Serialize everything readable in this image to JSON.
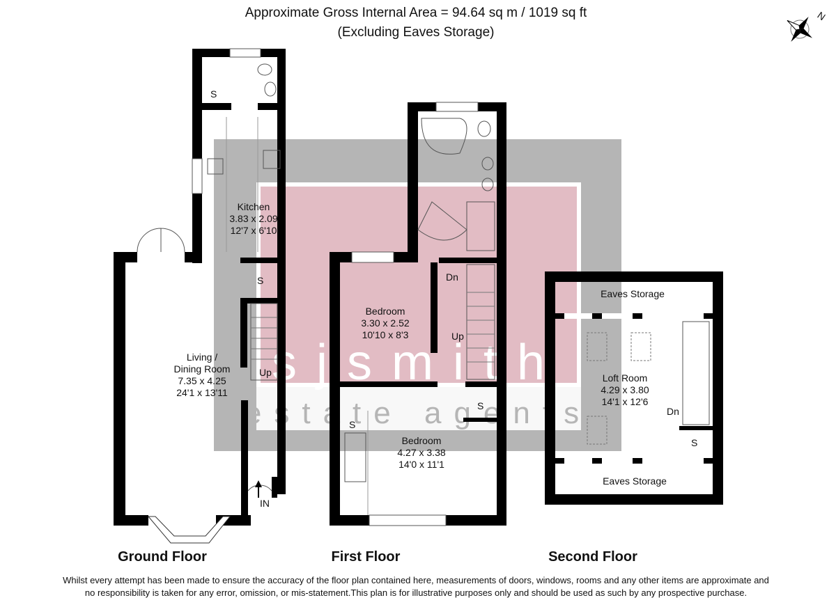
{
  "header": {
    "line1": "Approximate Gross Internal Area = 94.64 sq m / 1019 sq ft",
    "line2": "(Excluding Eaves Storage)"
  },
  "compass": {
    "label": "N",
    "icon": "compass-rose-icon"
  },
  "watermark": {
    "brand": "sjsmith",
    "tagline": "estate agents",
    "colors": {
      "outer": "#b5b5b5",
      "inner": "#e2bcc4"
    }
  },
  "ground_floor": {
    "title": "Ground Floor",
    "kitchen": {
      "name": "Kitchen",
      "metric": "3.83 x 2.09",
      "imperial": "12'7 x 6'10"
    },
    "storage": "S",
    "stairs": "Up",
    "living": {
      "name1": "Living /",
      "name2": "Dining Room",
      "metric": "7.35 x 4.25",
      "imperial": "24'1 x 13'11"
    },
    "entrance": "IN",
    "wc_storage": "S"
  },
  "first_floor": {
    "title": "First Floor",
    "bedroom1": {
      "name": "Bedroom",
      "metric": "3.30 x 2.52",
      "imperial": "10'10 x 8'3"
    },
    "bedroom2": {
      "name": "Bedroom",
      "metric": "4.27 x 3.38",
      "imperial": "14'0 x 11'1"
    },
    "wardrobe": "S",
    "landing_storage": "S",
    "down": "Dn",
    "up": "Up"
  },
  "second_floor": {
    "title": "Second Floor",
    "eaves_top": "Eaves Storage",
    "eaves_bottom": "Eaves Storage",
    "loft": {
      "name": "Loft Room",
      "metric": "4.29 x 3.80",
      "imperial": "14'1 x 12'6"
    },
    "down": "Dn",
    "storage": "S"
  },
  "disclaimer": {
    "line1": "Whilst every attempt has been made to ensure the accuracy of the floor plan contained here, measurements of doors, windows, rooms and any other items are approximate and",
    "line2": "no responsibility is taken for any error, omission, or mis-statement.This plan is for illustrative purposes only and should be used as such by any prospective purchase."
  }
}
